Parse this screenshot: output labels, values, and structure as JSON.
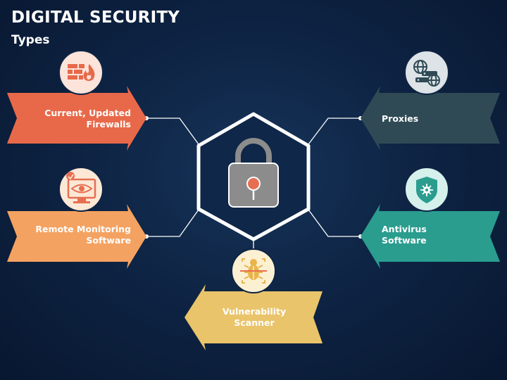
{
  "header": {
    "title": "DIGITAL SECURITY",
    "subtitle": "Types"
  },
  "colors": {
    "background": "#0e2444",
    "firewalls": "#e8694a",
    "monitoring": "#f4a261",
    "proxies": "#2f4a55",
    "antivirus": "#2a9d8f",
    "scanner": "#e9c46a",
    "lock_body": "#8c8c8c",
    "lock_keyhole": "#e76f51"
  },
  "items": [
    {
      "id": "firewalls",
      "line1": "Current, Updated",
      "line2": "Firewalls",
      "icon": "firewall-icon"
    },
    {
      "id": "monitoring",
      "line1": "Remote Monitoring",
      "line2": "Software",
      "icon": "monitor-eye-icon"
    },
    {
      "id": "proxies",
      "line1": "Proxies",
      "line2": "",
      "icon": "proxy-servers-icon"
    },
    {
      "id": "antivirus",
      "line1": "Antivirus",
      "line2": "Software",
      "icon": "virus-shield-icon"
    },
    {
      "id": "scanner",
      "line1": "Vulnerability",
      "line2": "Scanner",
      "icon": "bug-scan-icon"
    }
  ],
  "center": {
    "icon": "padlock-icon"
  }
}
